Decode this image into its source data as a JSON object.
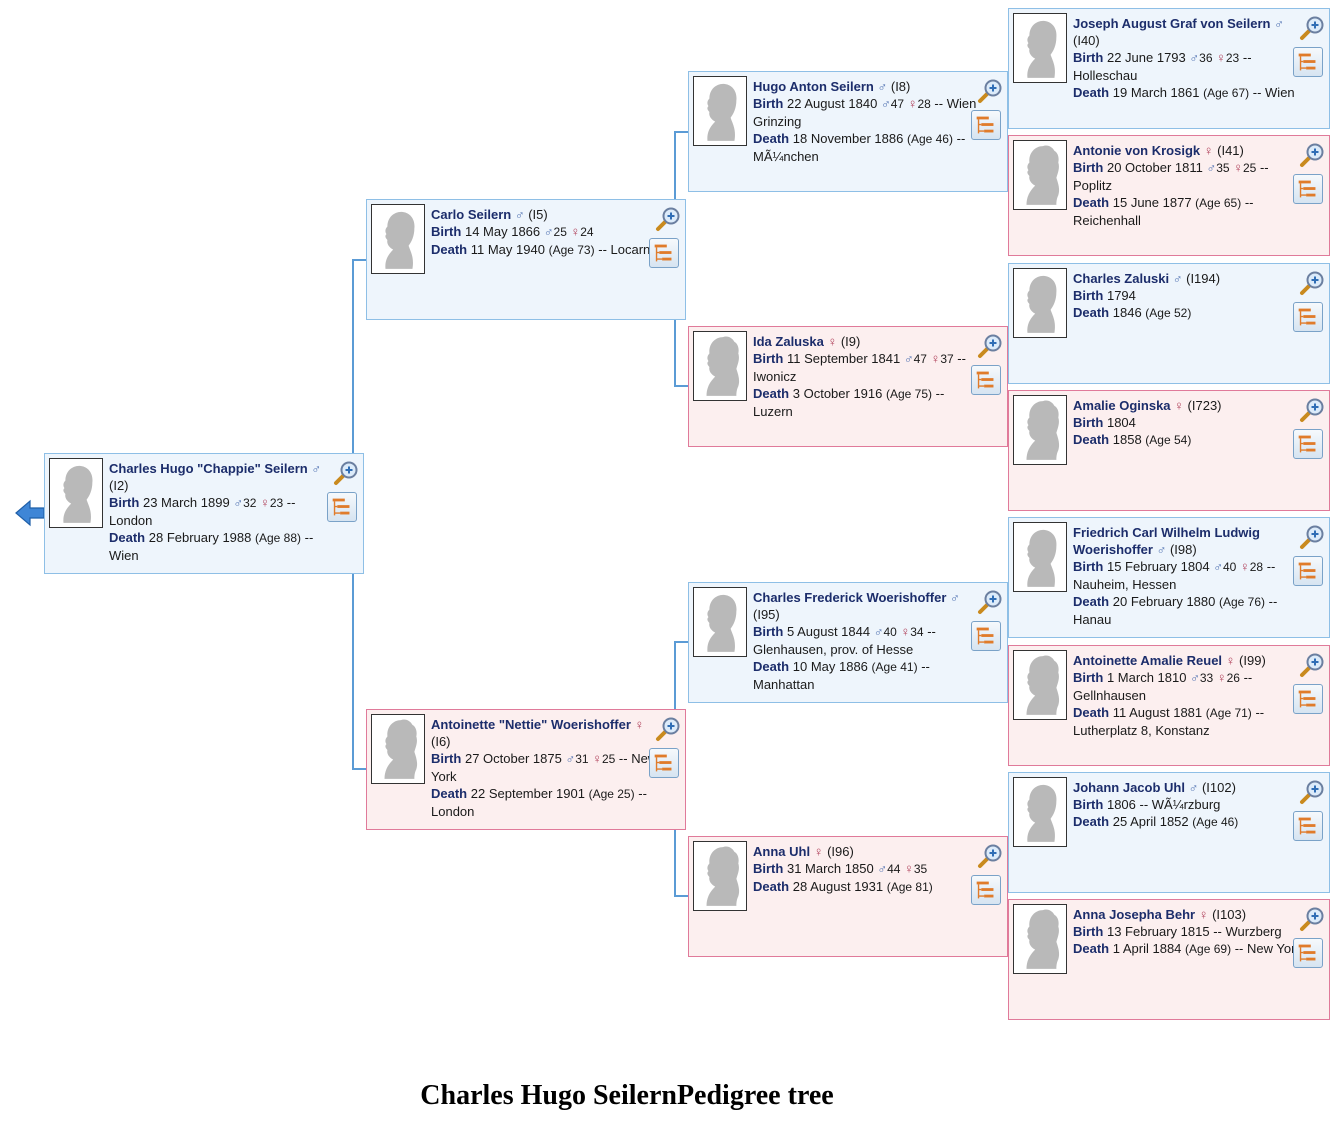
{
  "caption": {
    "name": "Charles Hugo Seilern",
    "suffix": "Pedigree tree"
  },
  "labels": {
    "birth": "Birth",
    "death": "Death"
  },
  "icons": {
    "back": "back-arrow-icon",
    "zoom": "zoom-magnifier-icon",
    "chart": "pedigree-chart-icon",
    "male": "male-symbol-icon",
    "female": "female-symbol-icon"
  },
  "people": [
    {
      "sex": "m",
      "name": "Charles Hugo \"Chappie\" Seilern",
      "id": "(I2)",
      "birth_date": "23 March 1899",
      "father_age": "32",
      "mother_age": "23",
      "birth_place": "-- London",
      "death_date": "28 February 1988",
      "death_age": "(Age 88)",
      "death_place": "-- Wien"
    },
    {
      "sex": "m",
      "name": "Carlo Seilern",
      "id": "(I5)",
      "birth_date": "14 May 1866",
      "father_age": "25",
      "mother_age": "24",
      "birth_place": "",
      "death_date": "11 May 1940",
      "death_age": "(Age 73)",
      "death_place": "-- Locarno"
    },
    {
      "sex": "f",
      "name": "Antoinette \"Nettie\" Woerishoffer",
      "id": "(I6)",
      "birth_date": "27 October 1875",
      "father_age": "31",
      "mother_age": "25",
      "birth_place": "-- New York",
      "death_date": "22 September 1901",
      "death_age": "(Age 25)",
      "death_place": "-- London"
    },
    {
      "sex": "m",
      "name": "Hugo Anton Seilern",
      "id": "(I8)",
      "birth_date": "22 August 1840",
      "father_age": "47",
      "mother_age": "28",
      "birth_place": "-- Wien Grinzing",
      "death_date": "18 November 1886",
      "death_age": "(Age 46)",
      "death_place": "-- MÃ¼nchen"
    },
    {
      "sex": "f",
      "name": "Ida Zaluska",
      "id": "(I9)",
      "birth_date": "11 September 1841",
      "father_age": "47",
      "mother_age": "37",
      "birth_place": "-- Iwonicz",
      "death_date": "3 October 1916",
      "death_age": "(Age 75)",
      "death_place": "-- Luzern"
    },
    {
      "sex": "m",
      "name": "Charles Frederick Woerishoffer",
      "id": "(I95)",
      "birth_date": "5 August 1844",
      "father_age": "40",
      "mother_age": "34",
      "birth_place": "-- Glenhausen, prov. of Hesse",
      "death_date": "10 May 1886",
      "death_age": "(Age 41)",
      "death_place": "-- Manhattan"
    },
    {
      "sex": "f",
      "name": "Anna Uhl",
      "id": "(I96)",
      "birth_date": "31 March 1850",
      "father_age": "44",
      "mother_age": "35",
      "birth_place": "",
      "death_date": "28 August 1931",
      "death_age": "(Age 81)",
      "death_place": ""
    },
    {
      "sex": "m",
      "name": "Joseph August Graf von Seilern",
      "id": "(I40)",
      "birth_date": "22 June 1793",
      "father_age": "36",
      "mother_age": "23",
      "birth_place": "-- Holleschau",
      "death_date": "19 March 1861",
      "death_age": "(Age 67)",
      "death_place": "-- Wien"
    },
    {
      "sex": "f",
      "name": "Antonie von Krosigk",
      "id": "(I41)",
      "birth_date": "20 October 1811",
      "father_age": "35",
      "mother_age": "25",
      "birth_place": "-- Poplitz",
      "death_date": "15 June 1877",
      "death_age": "(Age 65)",
      "death_place": "-- Reichenhall"
    },
    {
      "sex": "m",
      "name": "Charles Zaluski",
      "id": "(I194)",
      "birth_date": "1794",
      "father_age": "",
      "mother_age": "",
      "birth_place": "",
      "death_date": "1846",
      "death_age": "(Age 52)",
      "death_place": ""
    },
    {
      "sex": "f",
      "name": "Amalie Oginska",
      "id": "(I723)",
      "birth_date": "1804",
      "father_age": "",
      "mother_age": "",
      "birth_place": "",
      "death_date": "1858",
      "death_age": "(Age 54)",
      "death_place": ""
    },
    {
      "sex": "m",
      "name": "Friedrich Carl Wilhelm Ludwig Woerishoffer",
      "id": "(I98)",
      "birth_date": "15 February 1804",
      "father_age": "40",
      "mother_age": "28",
      "birth_place": "-- Nauheim, Hessen",
      "death_date": "20 February 1880",
      "death_age": "(Age 76)",
      "death_place": "-- Hanau"
    },
    {
      "sex": "f",
      "name": "Antoinette Amalie Reuel",
      "id": "(I99)",
      "birth_date": "1 March 1810",
      "father_age": "33",
      "mother_age": "26",
      "birth_place": "-- Gellnhausen",
      "death_date": "11 August 1881",
      "death_age": "(Age 71)",
      "death_place": "-- Lutherplatz 8, Konstanz"
    },
    {
      "sex": "m",
      "name": "Johann Jacob Uhl",
      "id": "(I102)",
      "birth_date": "1806",
      "father_age": "",
      "mother_age": "",
      "birth_place": "-- WÃ¼rzburg",
      "death_date": "25 April 1852",
      "death_age": "(Age 46)",
      "death_place": ""
    },
    {
      "sex": "f",
      "name": "Anna Josepha Behr",
      "id": "(I103)",
      "birth_date": "13 February 1815",
      "father_age": "",
      "mother_age": "",
      "birth_place": "-- Wurzberg",
      "death_date": "1 April 1884",
      "death_age": "(Age 69)",
      "death_place": "-- New York"
    }
  ]
}
